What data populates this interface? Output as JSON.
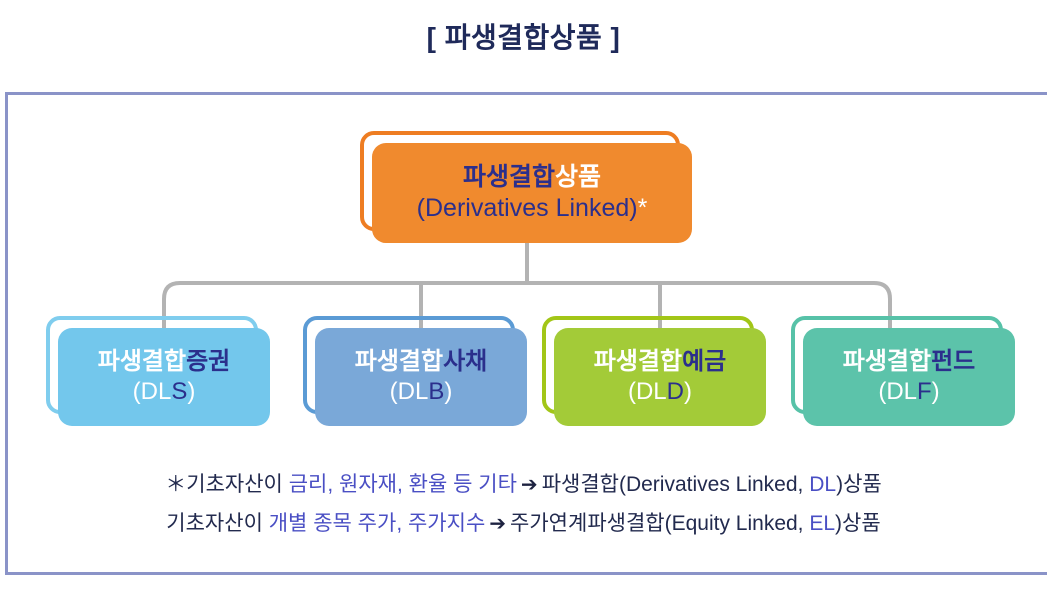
{
  "title": "[ 파생결합상품 ]",
  "diagram": {
    "root": {
      "name_white_prefix": "파생결합",
      "name_navy_suffix": "상품",
      "subtitle_prefix": "(Derivatives Linked)",
      "subtitle_marker": "*",
      "fill_color": "#F08A2E",
      "bracket_color": "#EE7D22"
    },
    "children": [
      {
        "label_white": "파생결합",
        "label_navy": "증권",
        "code_white": "(DL",
        "code_navy": "S",
        "code_tail": ")",
        "fill_color": "#73C7EC",
        "bracket_color": "#7FCDEE"
      },
      {
        "label_white": "파생결합",
        "label_navy": "사채",
        "code_white": "(DL",
        "code_navy": "B",
        "code_tail": ")",
        "fill_color": "#7AA8D8",
        "bracket_color": "#5B9BD5"
      },
      {
        "label_white": "파생결합",
        "label_navy": "예금",
        "code_white": "(DL",
        "code_navy": "D",
        "code_tail": ")",
        "fill_color": "#A3CB38",
        "bracket_color": "#A2C617"
      },
      {
        "label_white": "파생결합",
        "label_navy": "펀드",
        "code_white": "(DL",
        "code_navy": "F",
        "code_tail": ")",
        "fill_color": "#5CC3AA",
        "bracket_color": "#57C2A8"
      }
    ],
    "connector_color": "#B3B3B3"
  },
  "notes": {
    "line1": {
      "star": "＊",
      "lead": "기초자산이 ",
      "highlight": "금리, 원자재, 환율 등 기타",
      "arrow": "➔",
      "result_prefix": "파생결합(Derivatives Linked, ",
      "result_code": "DL",
      "result_suffix": ")상품"
    },
    "line2": {
      "lead": "기초자산이 ",
      "highlight": "개별 종목 주가, 주가지수",
      "arrow": "➔",
      "result_prefix": "주가연계파생결합(Equity Linked, ",
      "result_code": "EL",
      "result_suffix": ")상품"
    }
  },
  "colors": {
    "frame_border": "#8A93C8",
    "title_text": "#1F2A5A",
    "note_text": "#222A4E",
    "note_highlight": "#4A4FC4",
    "navy_text": "#2B2F8C",
    "white_text": "#FFFFFF"
  }
}
